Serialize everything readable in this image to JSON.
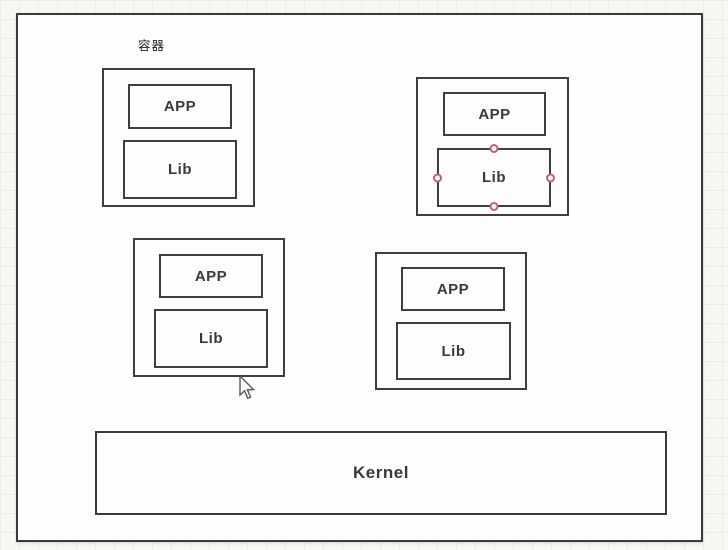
{
  "canvas": {
    "label": "容器",
    "containers": [
      {
        "id": "container-top-left",
        "app_label": "APP",
        "lib_label": "Lib",
        "selected": false
      },
      {
        "id": "container-top-right",
        "app_label": "APP",
        "lib_label": "Lib",
        "selected": true
      },
      {
        "id": "container-bottom-left",
        "app_label": "APP",
        "lib_label": "Lib",
        "selected": false
      },
      {
        "id": "container-bottom-right",
        "app_label": "APP",
        "lib_label": "Lib",
        "selected": false
      }
    ],
    "kernel_label": "Kernel"
  },
  "colors": {
    "shape_border": "#3f3f3f",
    "shape_fill": "#fdfdfd",
    "text": "#3a3a3a",
    "connection_handle": "#b26b76",
    "grid_line": "#ebebe8",
    "page_background": "#f7f7f5"
  },
  "icons": {
    "connection_handle": "circle",
    "cursor": "arrow-pointer"
  }
}
